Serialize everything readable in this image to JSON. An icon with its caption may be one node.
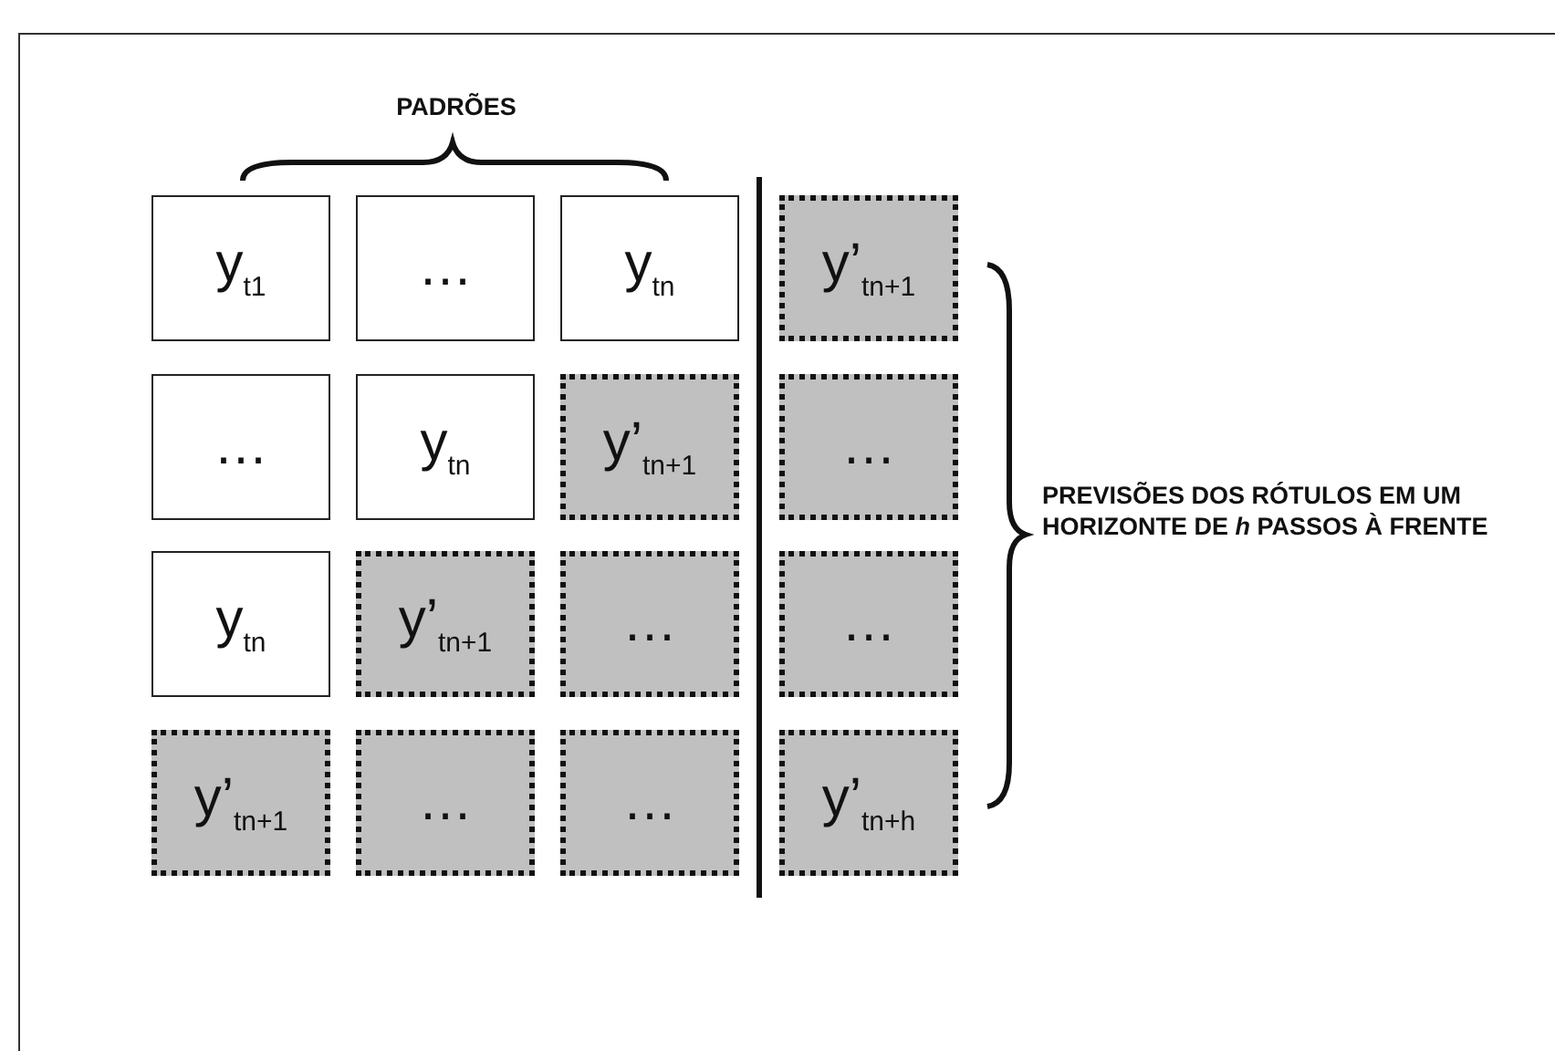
{
  "diagram": {
    "nodes": [
      {
        "text": [
          "y$_{t1}$"
        ]
      },
      {
        "text": [
          "…"
        ]
      },
      {
        "text": [
          "y$_{tn}$"
        ]
      },
      {
        "text": [
          "y’$_{tn+1}$"
        ]
      },
      {
        "text": [
          "…"
        ]
      },
      {
        "text": [
          "y$_{tn}$"
        ]
      },
      {
        "text": [
          "y’$_{tn+1}$"
        ]
      },
      {
        "text": [
          "…"
        ]
      },
      {
        "text": [
          "y$_{tn}$"
        ]
      },
      {
        "text": [
          "y’$_{tn+1}$"
        ]
      },
      {
        "text": [
          "…"
        ]
      },
      {
        "text": [
          "…"
        ]
      },
      {
        "text": [
          "y’$_{tn+1}$"
        ]
      },
      {
        "text": [
          "…"
        ]
      },
      {
        "text": [
          "…"
        ]
      },
      {
        "text": [
          "y’$_{tn+h}$"
        ]
      }
    ],
    "labels": [
      "PADRÕES",
      "PREVISÕES DOS RÓTULOS EM UM HORIZONTE DE *h* PASSOS À FRENTE"
    ]
  }
}
